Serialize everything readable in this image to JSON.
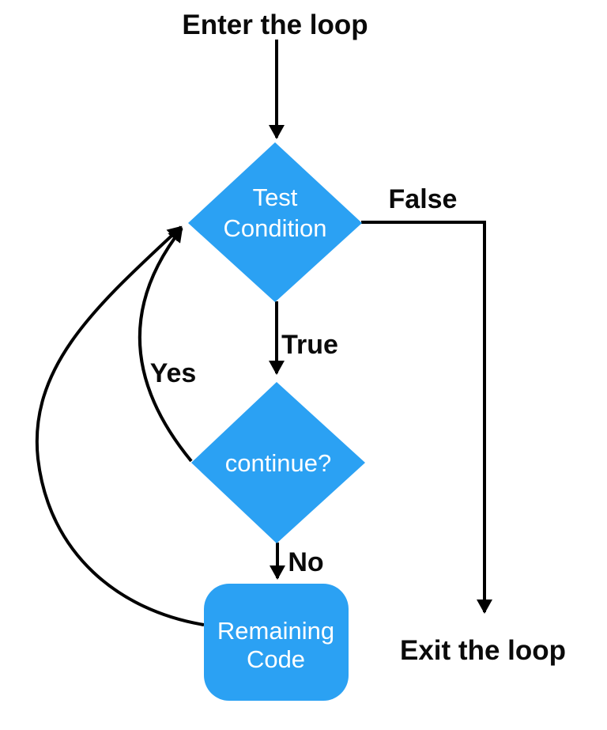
{
  "colors": {
    "node-fill": "#2BA1F3",
    "node-text": "#FFFFFF",
    "line": "#000000",
    "label-text": "#0A0A0A",
    "background": "#FFFFFF"
  },
  "diagram": {
    "type": "flowchart",
    "subject": "loop control flow with continue",
    "entry_label": "Enter the loop",
    "exit_label": "Exit the loop",
    "nodes": [
      {
        "id": "test-condition",
        "shape": "diamond",
        "label": "Test Condition",
        "lines": [
          "Test",
          "Condition"
        ]
      },
      {
        "id": "continue",
        "shape": "diamond",
        "label": "continue?",
        "lines": [
          "continue?"
        ]
      },
      {
        "id": "remaining-code",
        "shape": "rounded-rectangle",
        "label": "Remaining Code",
        "lines": [
          "Remaining",
          "Code"
        ]
      }
    ],
    "edge_labels": {
      "false": "False",
      "true": "True",
      "yes": "Yes",
      "no": "No"
    },
    "edges": [
      {
        "from": "entry",
        "to": "test-condition",
        "label": ""
      },
      {
        "from": "test-condition",
        "to": "exit",
        "label": "False"
      },
      {
        "from": "test-condition",
        "to": "continue",
        "label": "True"
      },
      {
        "from": "continue",
        "to": "test-condition",
        "label": "Yes"
      },
      {
        "from": "continue",
        "to": "remaining-code",
        "label": "No"
      },
      {
        "from": "remaining-code",
        "to": "test-condition",
        "label": ""
      }
    ]
  }
}
